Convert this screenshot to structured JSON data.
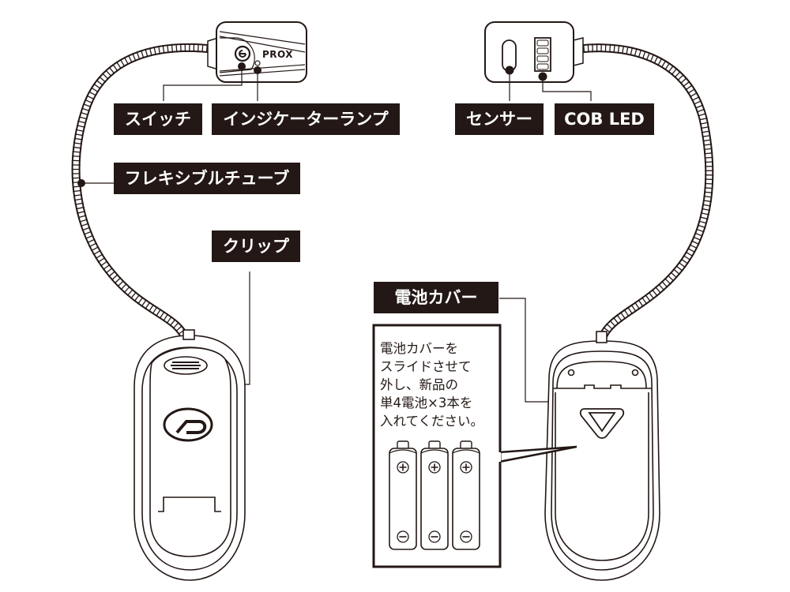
{
  "diagram": {
    "title": "Clip light parts diagram",
    "brand_logo_text": "PROX",
    "labels": {
      "switch": "スイッチ",
      "indicator_lamp": "インジケーターランプ",
      "flexible_tube": "フレキシブルチューブ",
      "clip": "クリップ",
      "sensor": "センサー",
      "cob_led": "COB LED",
      "battery_cover": "電池カバー"
    },
    "battery_note": {
      "lines": [
        "電池カバーを",
        "スライドさせて",
        "外し、新品の",
        "単4電池×3本を",
        "入れてください。"
      ]
    },
    "battery_count": 3,
    "battery_terminals": {
      "positive": "+",
      "negative": "−"
    },
    "colors": {
      "label_bg": "#231815",
      "label_text": "#ffffff",
      "line": "#231815"
    }
  }
}
